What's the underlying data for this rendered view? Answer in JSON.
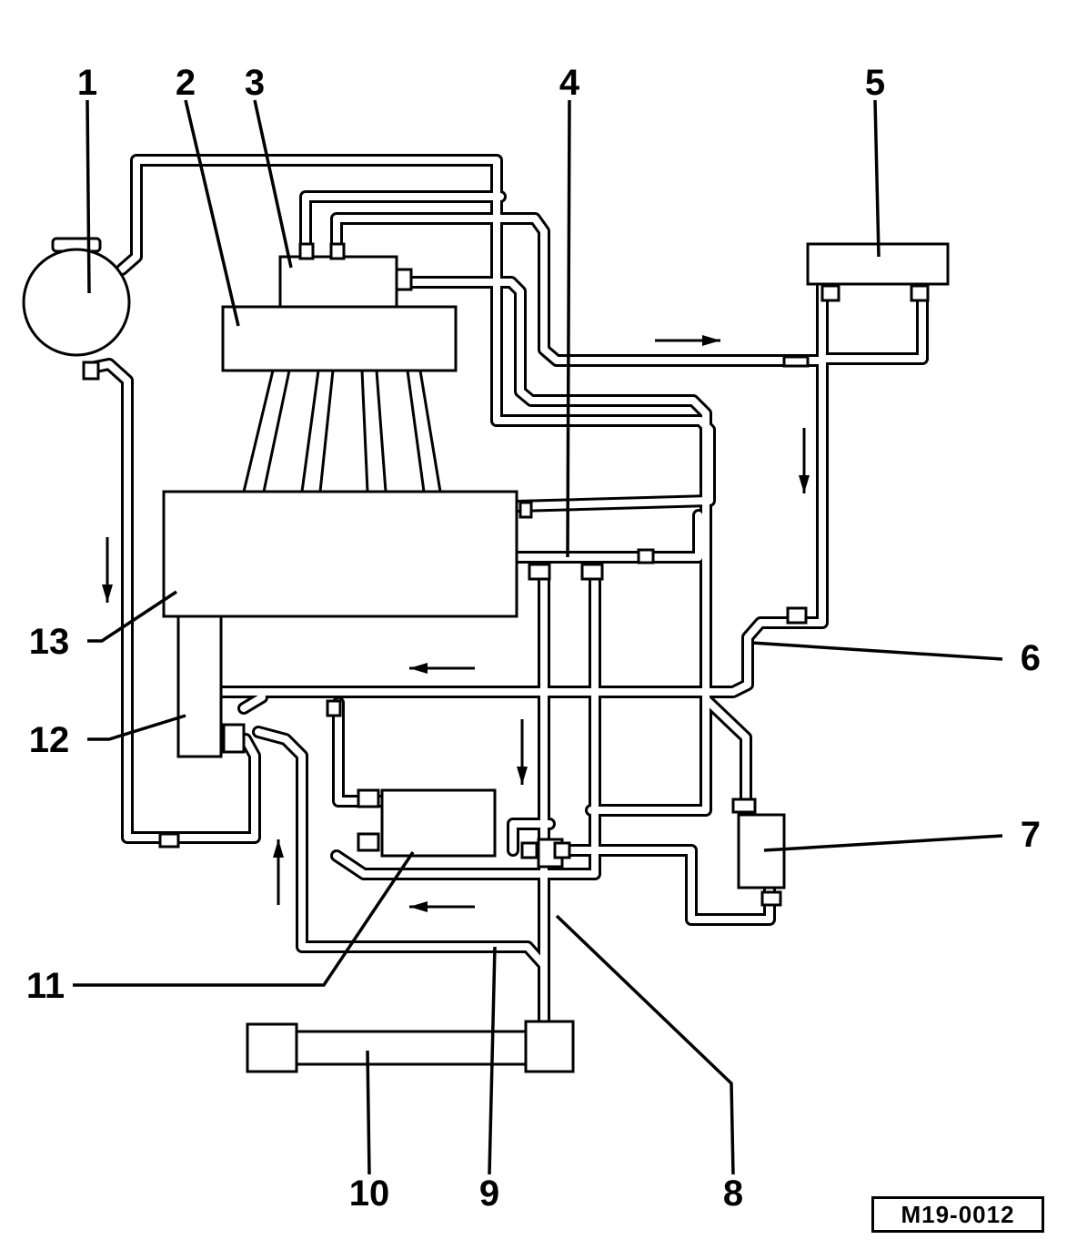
{
  "diagram": {
    "callouts": [
      {
        "id": "1",
        "label": "1"
      },
      {
        "id": "2",
        "label": "2"
      },
      {
        "id": "3",
        "label": "3"
      },
      {
        "id": "4",
        "label": "4"
      },
      {
        "id": "5",
        "label": "5"
      },
      {
        "id": "6",
        "label": "6"
      },
      {
        "id": "7",
        "label": "7"
      },
      {
        "id": "8",
        "label": "8"
      },
      {
        "id": "9",
        "label": "9"
      },
      {
        "id": "10",
        "label": "10"
      },
      {
        "id": "11",
        "label": "11"
      },
      {
        "id": "12",
        "label": "12"
      },
      {
        "id": "13",
        "label": "13"
      }
    ],
    "flow_arrow_directions": [
      "right",
      "down",
      "down",
      "left",
      "down",
      "up",
      "left"
    ]
  },
  "figure_id": "M19-0012"
}
